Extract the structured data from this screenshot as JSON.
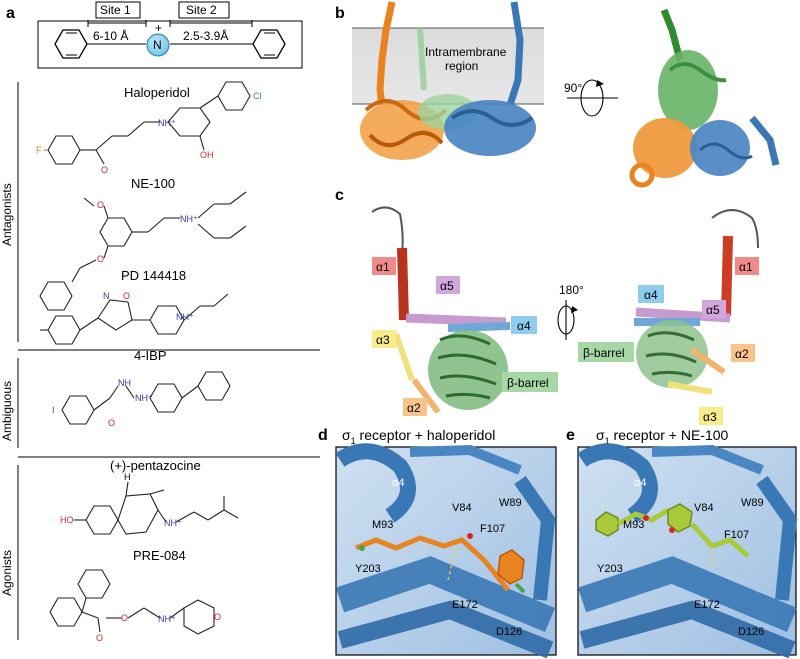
{
  "panels": {
    "a": "a",
    "b": "b",
    "c": "c",
    "d": "d",
    "e": "e"
  },
  "pharmacophore": {
    "site1": "Site 1",
    "site2": "Site 2",
    "dist1": "6-10 Å",
    "dist2": "2.5-3.9Å",
    "nitrogen": "N",
    "plus": "+"
  },
  "groups": {
    "antagonists": "Antagonists",
    "ambiguous": "Ambiguous",
    "agonists": "Agonists"
  },
  "compounds": {
    "haloperidol": "Haloperidol",
    "ne100": "NE-100",
    "pd144418": "PD 144418",
    "ibp": "4-IBP",
    "pentazocine": "(+)-pentazocine",
    "pre084": "PRE-084"
  },
  "atoms": {
    "cl": "Cl",
    "f": "F",
    "oh": "OH",
    "o": "O",
    "nh": "NH",
    "n": "N",
    "i": "I",
    "ho": "HO",
    "h": "H",
    "nhplus": "NH⁺",
    "nplus": "N⁺"
  },
  "structure_b": {
    "membrane": "Intramembrane\nregion",
    "membrane_line1": "Intramembrane",
    "membrane_line2": "region",
    "rotation": "90°"
  },
  "structure_c": {
    "rotation": "180°",
    "labels": {
      "a1": "α1",
      "a2": "α2",
      "a3": "α3",
      "a4": "α4",
      "a5": "α5",
      "barrel": "β-barrel"
    }
  },
  "panel_d": {
    "title_a": "σ",
    "title_sub": "1",
    "title_b": " receptor  +  haloperidol",
    "residues": [
      "α4",
      "V84",
      "W89",
      "M93",
      "F107",
      "Y203",
      "E172",
      "D126"
    ]
  },
  "panel_e": {
    "title_a": "σ",
    "title_sub": "1",
    "title_b": " receptor  +  NE-100",
    "residues": [
      "α4",
      "V84",
      "W89",
      "M93",
      "F107",
      "Y203",
      "E172",
      "D126"
    ]
  },
  "colors": {
    "orange": "#e8831f",
    "green": "#4aa34a",
    "blue": "#3a78b5",
    "red": "#c23b22",
    "lime": "#a8c93a",
    "helix_a1": "#f08a8a",
    "helix_a2": "#f8c48a",
    "helix_a3": "#f7ec8a",
    "helix_a4": "#8ecdf0",
    "helix_a5": "#d3a6dc",
    "barrel": "#a5d8a5"
  }
}
